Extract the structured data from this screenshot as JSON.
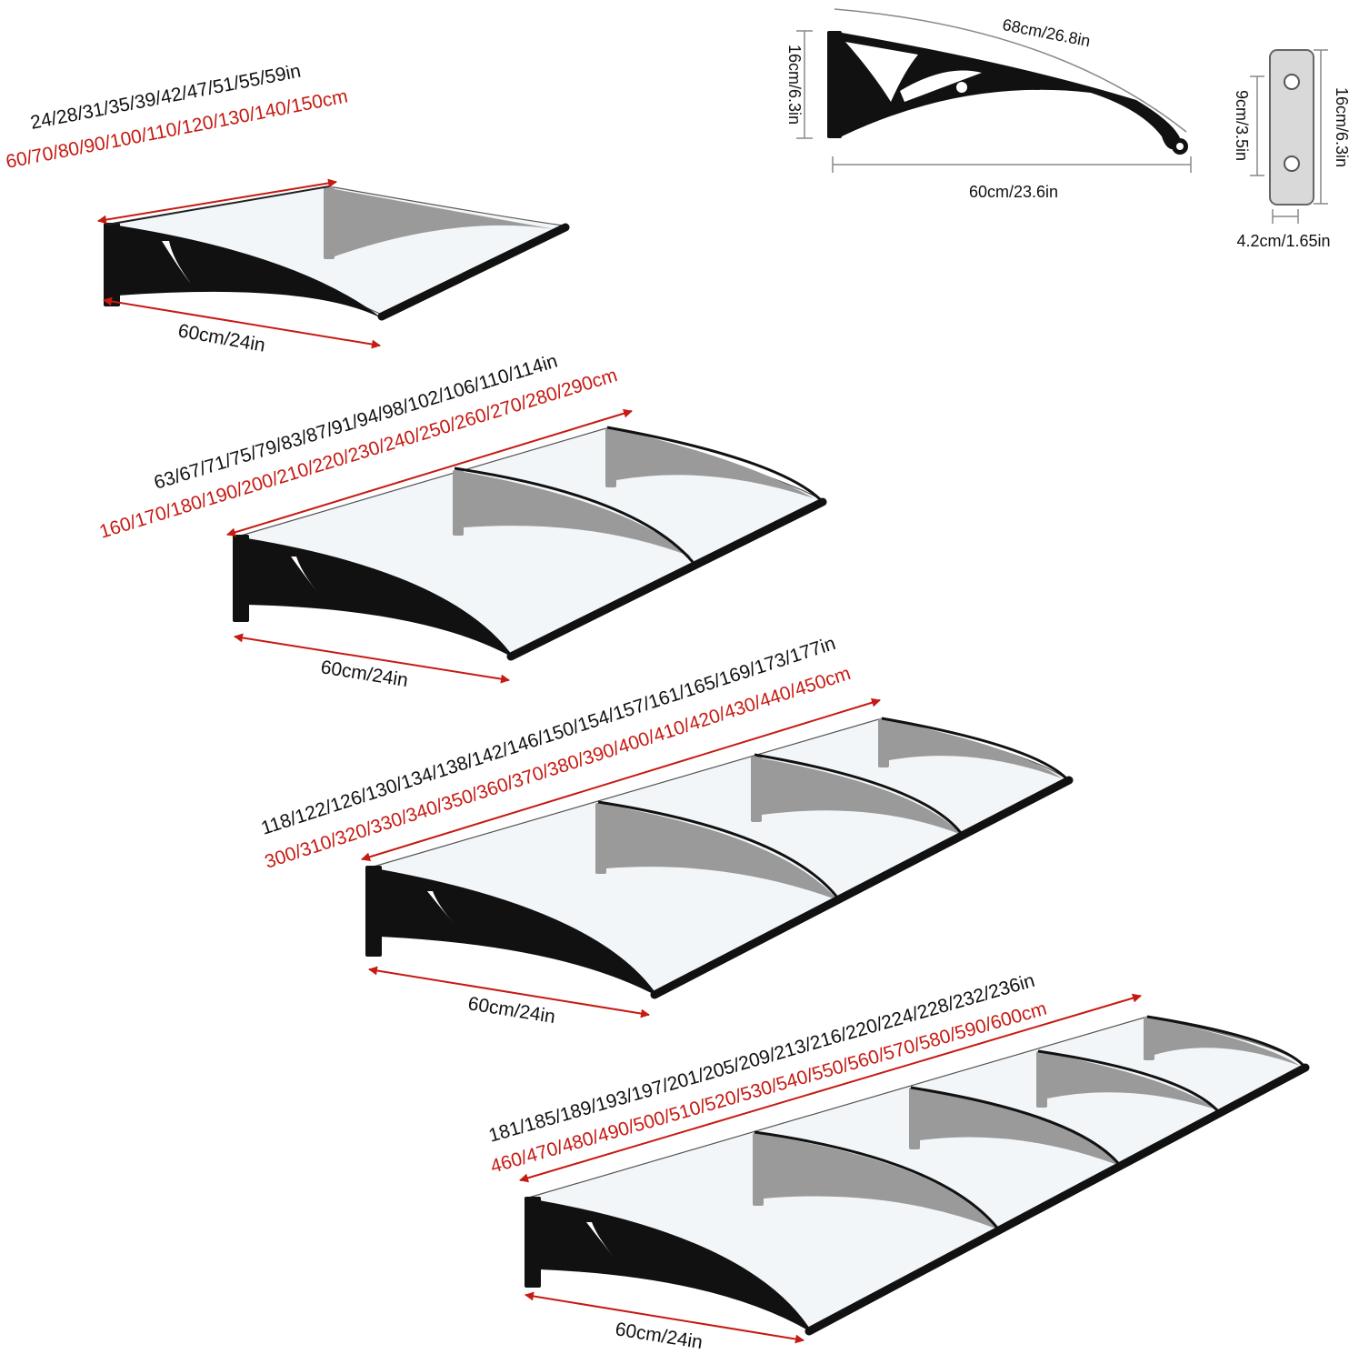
{
  "colors": {
    "frame": "#111111",
    "ghost_bracket": "#9a9a9a",
    "panel_fill": "#e8eef2",
    "arrow_red": "#c61a12",
    "dim_line": "#777777",
    "text": "#111111"
  },
  "bracket_detail": {
    "arc_length": "68cm/26.8in",
    "height": "16cm/6.3in",
    "depth": "60cm/23.6in"
  },
  "plate_detail": {
    "hole_spacing": "9cm/3.5in",
    "height": "16cm/6.3in",
    "width": "4.2cm/1.65in"
  },
  "awnings": [
    {
      "brackets": 2,
      "sizes_in": "24/28/31/35/39/42/47/51/55/59in",
      "sizes_cm": "60/70/80/90/100/110/120/130/140/150cm",
      "depth": "60cm/24in"
    },
    {
      "brackets": 3,
      "sizes_in": "63/67/71/75/79/83/87/91/94/98/102/106/110/114in",
      "sizes_cm": "160/170/180/190/200/210/220/230/240/250/260/270/280/290cm",
      "depth": "60cm/24in"
    },
    {
      "brackets": 4,
      "sizes_in": "118/122/126/130/134/138/142/146/150/154/157/161/165/169/173/177in",
      "sizes_cm": "300/310/320/330/340/350/360/370/380/390/400/410/420/430/440/450cm",
      "depth": "60cm/24in"
    },
    {
      "brackets": 5,
      "sizes_in": "181/185/189/193/197/201/205/209/213/216/220/224/228/232/236in",
      "sizes_cm": "460/470/480/490/500/510/520/530/540/550/560/570/580/590/600cm",
      "depth": "60cm/24in"
    }
  ]
}
